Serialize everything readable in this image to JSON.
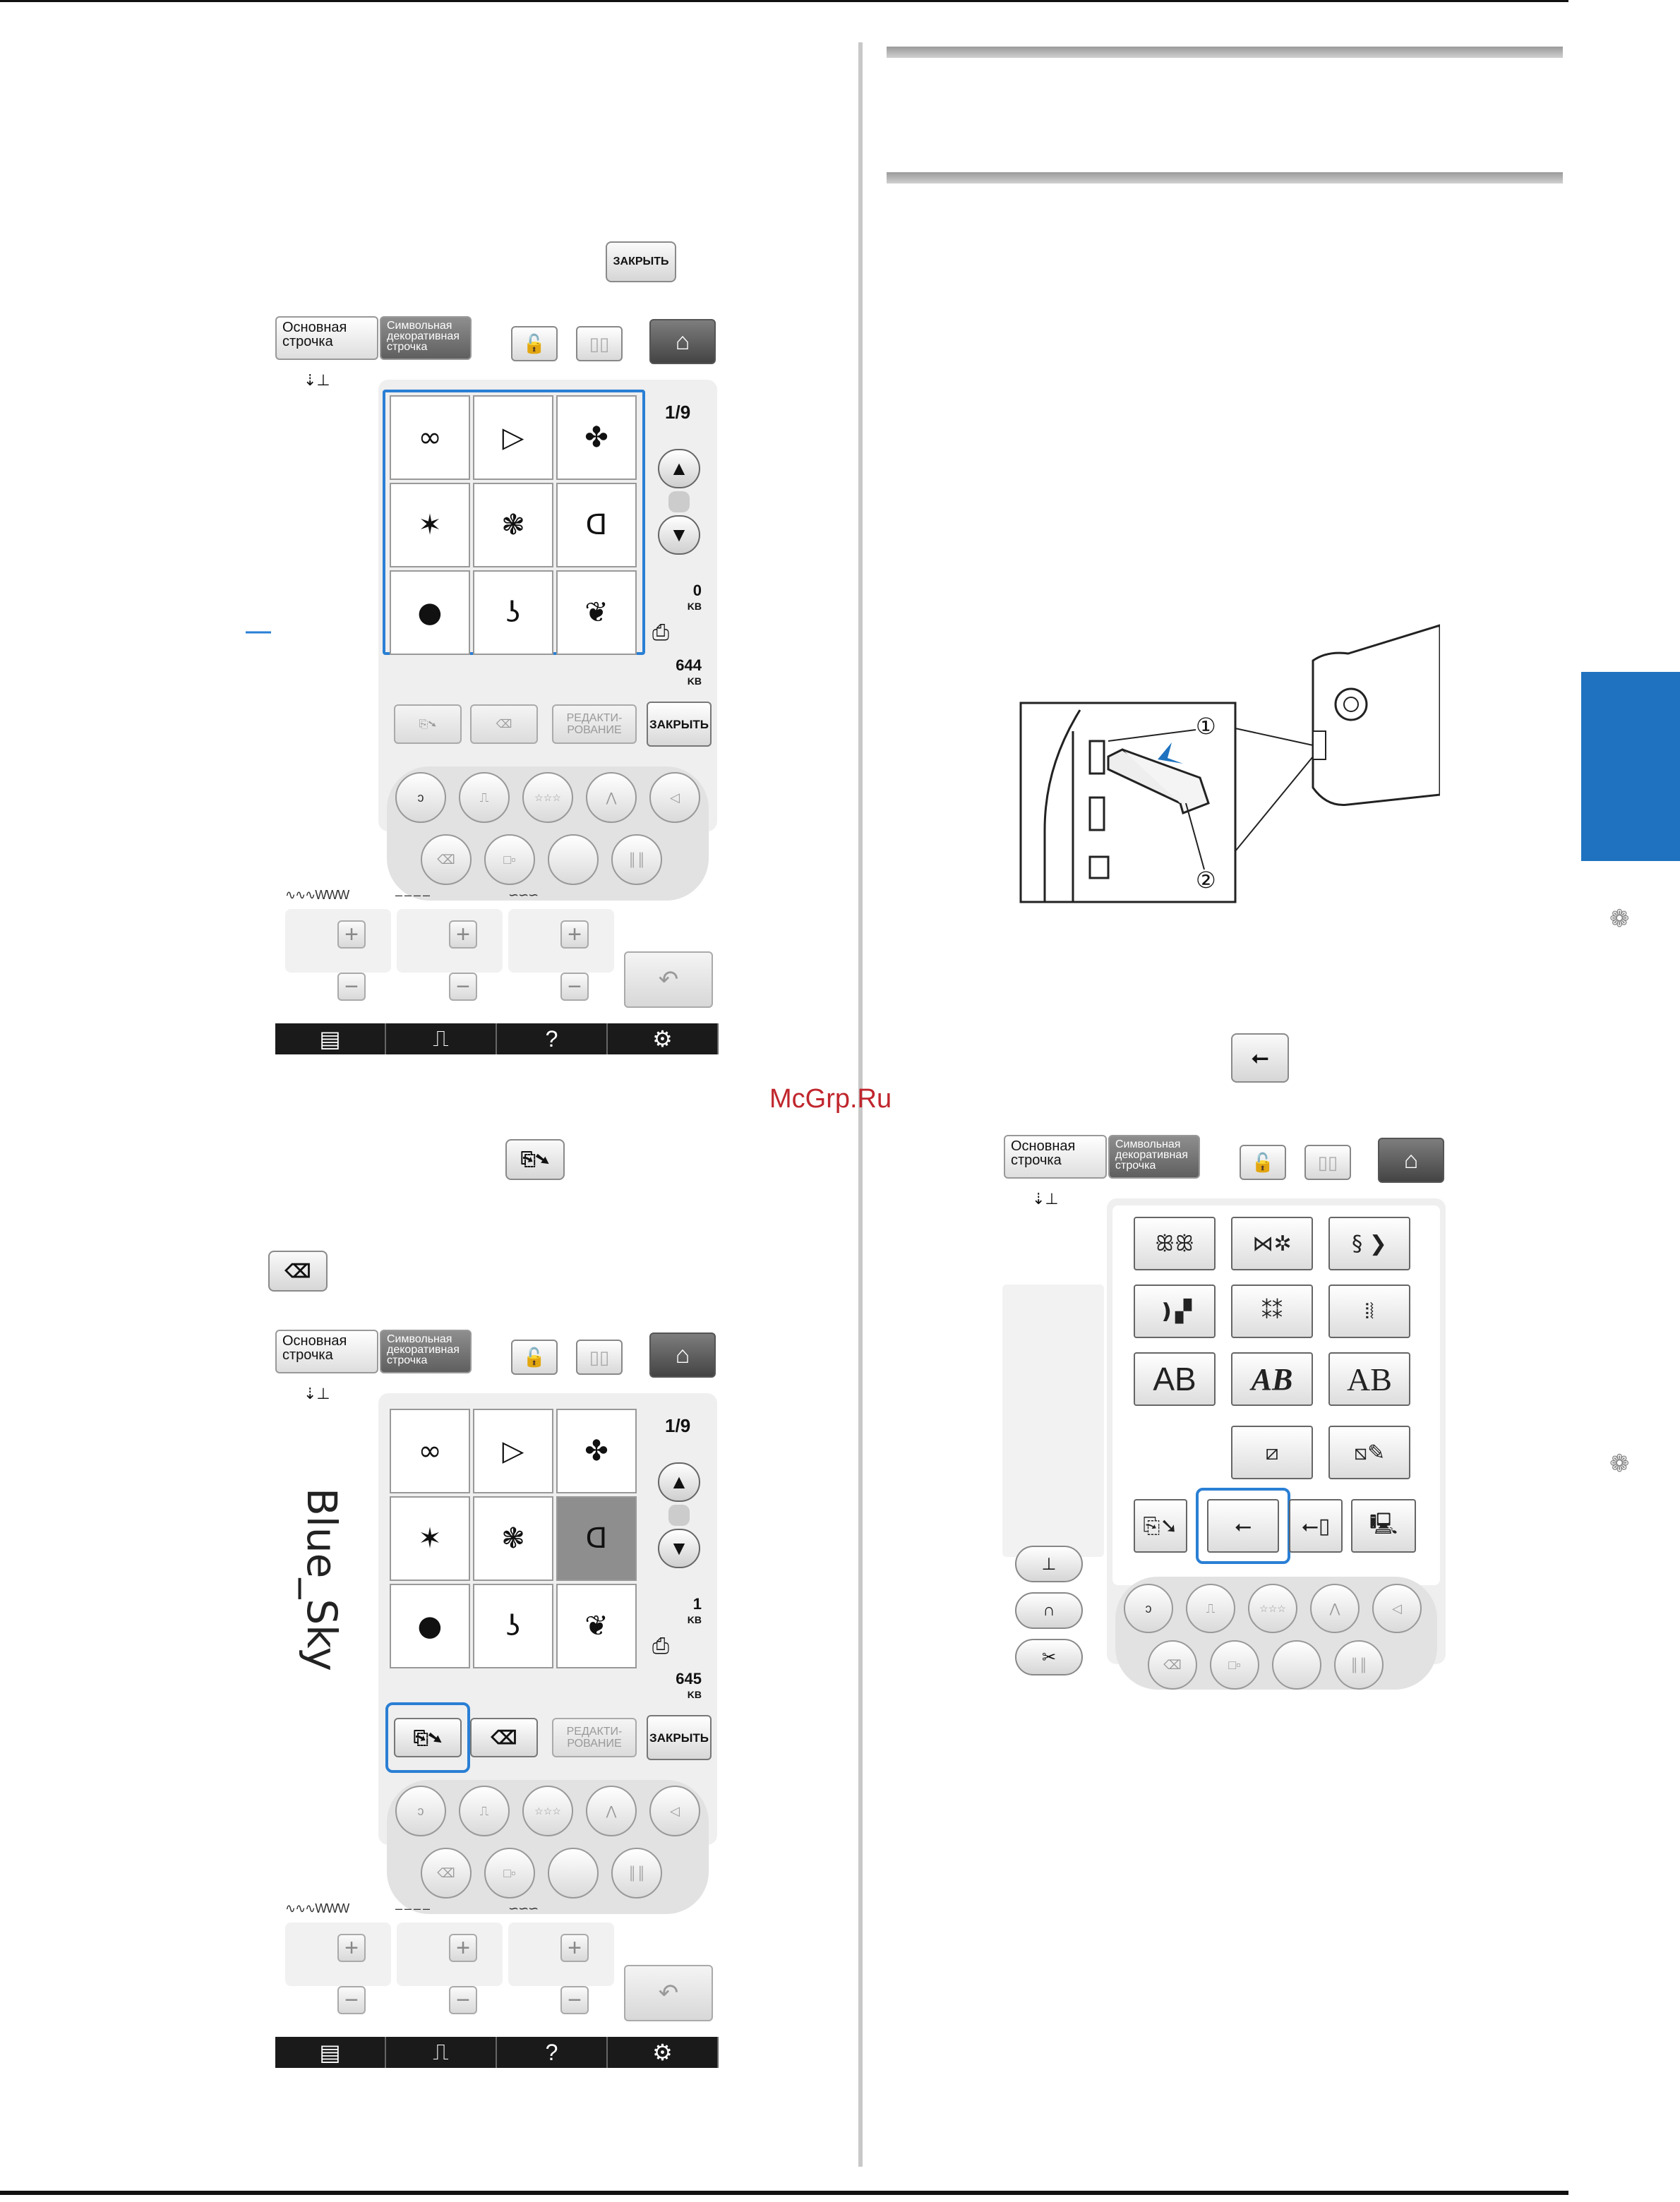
{
  "page": {
    "watermark": "McGrp.Ru",
    "accent_color": "#1f72bf",
    "highlight_color": "#2a7fd4"
  },
  "inline_keys": {
    "close_label": "ЗАКРЫТЬ"
  },
  "screen": {
    "tab_basic": "Основная строчка",
    "tab_char": "Символьная декоративная строчка",
    "page_num": "1",
    "page_den": "9",
    "edit_label": "РЕДАКТИ- РОВАНИЕ",
    "close_label": "ЗАКРЫТЬ",
    "unit": "KB",
    "help_icon": "?"
  },
  "screen1": {
    "used_kb": "0",
    "free_kb": "644"
  },
  "screen2": {
    "used_kb": "1",
    "free_kb": "645",
    "preview_text": "Blue_Sky"
  },
  "usb_figure": {
    "callout_1": "①",
    "callout_2": "②"
  },
  "screen3": {
    "menu_cells": [
      "ꕥꕥ",
      "⋈✲",
      "§ ❯",
      "❫▞",
      "⁑⁑",
      "⦙⦚",
      "AB",
      "AB",
      "AB"
    ]
  }
}
